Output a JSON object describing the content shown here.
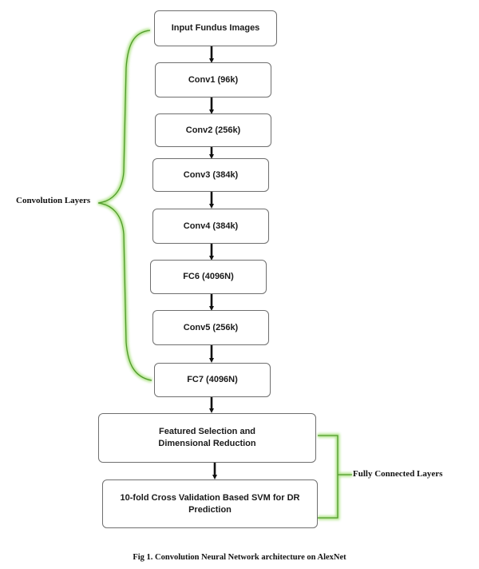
{
  "nodes": [
    {
      "id": "input",
      "label": "Input Fundus Images"
    },
    {
      "id": "conv1",
      "label": "Conv1 (96k)"
    },
    {
      "id": "conv2",
      "label": "Conv2 (256k)"
    },
    {
      "id": "conv3",
      "label": "Conv3 (384k)"
    },
    {
      "id": "conv4",
      "label": "Conv4 (384k)"
    },
    {
      "id": "fc6",
      "label": "FC6 (4096N)"
    },
    {
      "id": "conv5",
      "label": "Conv5 (256k)"
    },
    {
      "id": "fc7",
      "label": "FC7 (4096N)"
    },
    {
      "id": "feature",
      "label": "Featured Selection and   Dimensional Reduction"
    },
    {
      "id": "svm",
      "label": "10-fold Cross Validation Based SVM for DR Prediction"
    }
  ],
  "edges": [
    [
      "input",
      "conv1"
    ],
    [
      "conv1",
      "conv2"
    ],
    [
      "conv2",
      "conv3"
    ],
    [
      "conv3",
      "conv4"
    ],
    [
      "conv4",
      "fc6"
    ],
    [
      "fc6",
      "conv5"
    ],
    [
      "conv5",
      "fc7"
    ],
    [
      "fc7",
      "feature"
    ],
    [
      "feature",
      "svm"
    ]
  ],
  "groups": {
    "convolution": "Convolution Layers",
    "fully_connected": "Fully Connected Layers"
  },
  "colors": {
    "bracket_glow": "#a6e07a",
    "bracket_core": "#4f9a2a",
    "arrow": "#111111",
    "box_border": "#6f6f6f"
  },
  "caption": "Fig 1. Convolution Neural Network architecture on AlexNet"
}
